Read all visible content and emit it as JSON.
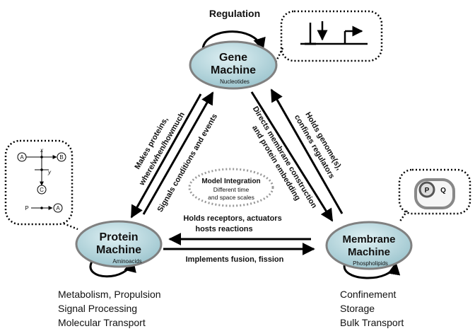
{
  "regulation_label": "Regulation",
  "gene": {
    "title_line1": "Gene",
    "title_line2": "Machine",
    "subtitle": "Nucleotides"
  },
  "protein": {
    "title_line1": "Protein",
    "title_line2": "Machine",
    "subtitle": "Aminoacids"
  },
  "membrane": {
    "title_line1": "Membrane",
    "title_line2": "Machine",
    "subtitle": "Phospholipids"
  },
  "center": {
    "title": "Model Integration",
    "line1": "Different time",
    "line2": "and space scales"
  },
  "edges": {
    "gene_to_protein_line1": "Makes proteins,",
    "gene_to_protein_line2": "where/when/howmuch",
    "protein_to_gene": "Signals conditions and events",
    "gene_to_membrane_line1": "Directs membrane construction",
    "gene_to_membrane_line2": "and protein embedding",
    "membrane_to_gene_line1": "Holds genome(s),",
    "membrane_to_gene_line2": "confines regulators",
    "membrane_to_protein_line1": "Holds receptors, actuators",
    "membrane_to_protein_line2": "hosts reactions",
    "protein_to_membrane": "Implements fusion, fission"
  },
  "protein_functions": [
    "Metabolism, Propulsion",
    "Signal Processing",
    "Molecular Transport"
  ],
  "membrane_functions": [
    "Confinement",
    "Storage",
    "Bulk Transport"
  ],
  "network_nodes": {
    "a": "A",
    "b": "B",
    "c": "C",
    "p": "P",
    "x": "x",
    "y": "y"
  },
  "vesicle_labels": {
    "p": "P",
    "q": "Q"
  },
  "colors": {
    "machine_fill": "#a9cdd4",
    "machine_stroke": "#7a7a7a",
    "arrow": "#000000"
  }
}
